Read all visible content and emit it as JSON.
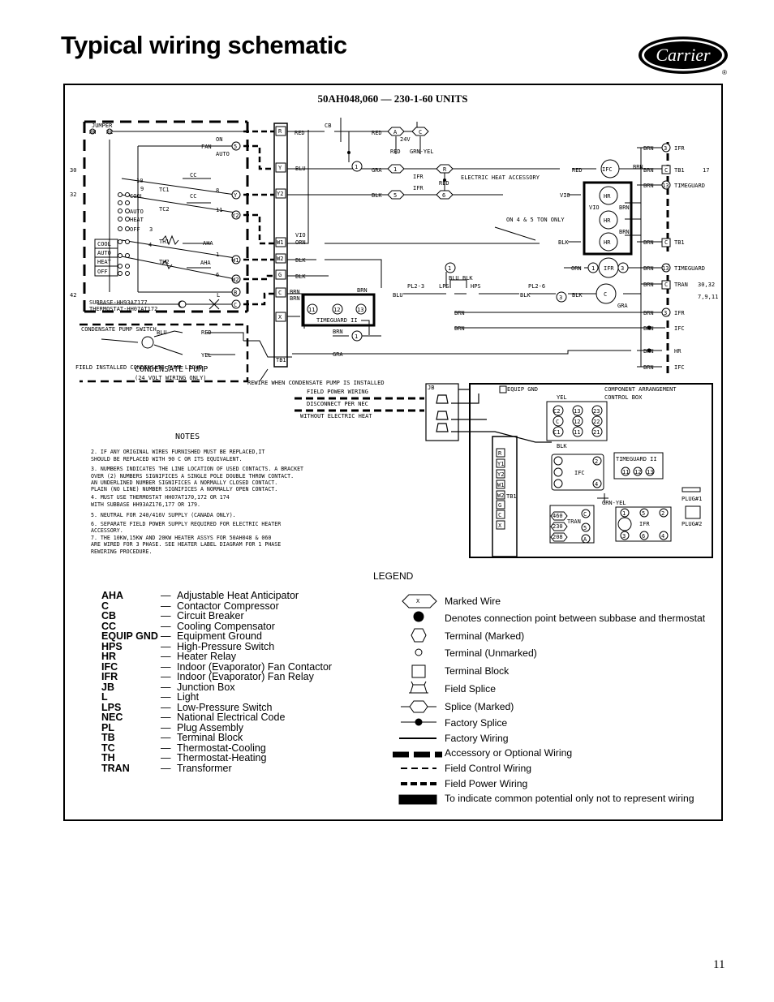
{
  "page": {
    "title": "Typical wiring schematic",
    "logo_text": "Carrier",
    "logo_mark": "®",
    "page_number": "11"
  },
  "schematic": {
    "heading": "50AH048,060 — 230-1-60 UNITS",
    "thermostat": {
      "jumper": "JUMPER",
      "rh": "RH",
      "rc": "RC",
      "fan": "FAN",
      "on": "ON",
      "auto": "AUTO",
      "cool": "COOL",
      "heat": "HEAT",
      "off": "OFF",
      "cool_box": "COOL",
      "auto_box": "AUTO",
      "heat_box": "HEAT",
      "off_box": "OFF",
      "tc1": "TC1",
      "tc2": "TC2",
      "th1": "TH1",
      "th2": "TH2",
      "cc": "CC",
      "aha": "AHA",
      "l": "L",
      "x": "X",
      "n10": "10",
      "n9": "9",
      "n8": "8",
      "n11": "11",
      "n3": "3",
      "n4": "4",
      "n1": "1",
      "n5": "5",
      "n6": "6",
      "term_g": "G",
      "term_y": "Y",
      "term_y2": "Y2",
      "term_w1": "W1",
      "term_w2": "W2",
      "term_b": "B",
      "term_c": "C",
      "line30": "30",
      "line32": "32",
      "line42": "42",
      "subbase": "SUBBASE-HH93AZ177",
      "thermostat_model": "THERMOSTAT-HH07AT172"
    },
    "tb_labels": [
      "R",
      "Y",
      "Y2",
      "W1",
      "W2",
      "G",
      "C",
      "X"
    ],
    "tb_name": "TB1",
    "wires": {
      "red": "RED",
      "blu": "BLU",
      "gra": "GRA",
      "blk": "BLK",
      "vio": "VIO",
      "orn": "ORN",
      "brn": "BRN",
      "yel": "YEL",
      "grn_yel": "GRN-YEL",
      "grn_yel2": "GRN-YEL"
    },
    "components": {
      "cb": "CB",
      "a": "A",
      "c": "C",
      "v24": "24V",
      "ifr": "IFR",
      "ifr2": "IFR",
      "electric_heat": "ELECTRIC HEAT ACCESSORY",
      "ifc": "IFC",
      "hr": "HR",
      "ton_note": "ON 4 & 5 TON ONLY",
      "timeguard": "TIMEGUARD II",
      "t11": "11",
      "t12": "12",
      "t13": "13",
      "pl23": "PL2-3",
      "pl26": "PL2-6",
      "lps": "LPS",
      "hps": "HPS",
      "comp_c": "C",
      "gra_lbl": "GRA"
    },
    "right_side": [
      {
        "wire": "BRN",
        "num": "3",
        "dest": "IFR"
      },
      {
        "wire": "BRN",
        "num": "C",
        "dest": "TB1",
        "line": "17"
      },
      {
        "wire": "BRN",
        "num": "13",
        "dest": "TIMEGUARD"
      },
      {
        "wire": "BRN",
        "num": "C",
        "dest": "TB1"
      },
      {
        "wire": "BRN",
        "num": "13",
        "dest": "TIMEGUARD"
      },
      {
        "wire": "BRN",
        "num": "C",
        "dest": "TRAN",
        "line": "30,32"
      },
      {
        "wire": "BRN",
        "num": "3",
        "dest": "IFR"
      },
      {
        "wire": "BRN",
        "num": "",
        "dest": "IFC"
      },
      {
        "wire": "BRN",
        "num": "",
        "dest": "HR"
      },
      {
        "wire": "BRN",
        "num": "",
        "dest": "IFC"
      }
    ],
    "line_refs": "7,9,11",
    "condensate": {
      "pump_switch": "CONDENSATE PUMP SWITCH",
      "field_light": "FIELD INSTALLED CONDENSATE PUMP LIGHT",
      "pump": "CONDENSATE PUMP",
      "volt": "(24 VOLT WIRING ONLY)",
      "rewire": "REWIRE WHEN CONDENSATE PUMP IS INSTALLED"
    },
    "field_power": {
      "l1": "FIELD POWER WIRING",
      "l2": "DISCONNECT PER NEC",
      "l3": "WITHOUT ELECTRIC HEAT",
      "jb": "JB"
    },
    "arrangement": {
      "title1": "COMPONENT ARRANGEMENT",
      "title2": "CONTROL BOX",
      "equip_gnd": "EQUIP GND",
      "yel": "YEL",
      "blk": "BLK",
      "c2": "C2",
      "c": "C",
      "c1": "C1",
      "n13": "13",
      "n12": "12",
      "n11": "11",
      "n23": "23",
      "n22": "22",
      "n21": "21",
      "tb_labels": [
        "R",
        "Y1",
        "Y2",
        "W1",
        "W2",
        "G",
        "C",
        "X"
      ],
      "tb1": "TB1",
      "ifc": "IFC",
      "ifc2": "2",
      "ifc4": "4",
      "timeguard": "TIMEGUARD II",
      "tg11": "11",
      "tg12": "12",
      "tg13": "13",
      "grn_yel": "GRN-YEL",
      "tran": "TRAN",
      "v460": "460",
      "v230": "230",
      "v208": "208",
      "tc": "C",
      "ta": "A",
      "t5": "5",
      "ifr": "IFR",
      "i1": "1",
      "i5": "5",
      "i2": "2",
      "i3": "3",
      "i6": "6",
      "i4": "4",
      "plug1": "PLUG#1",
      "plug2": "PLUG#2"
    },
    "notes_title": "NOTES",
    "notes": [
      "2. IF ANY ORIGINAL WIRES FURNISHED MUST BE REPLACED,IT",
      "   SHOULD BE REPLACED WITH 90 C OR ITS EQUIVALENT.",
      "3. NUMBERS INDICATES THE LINE LOCATION OF USED CONTACTS. A BRACKET",
      "   OVER (2) NUMBERS SIGNIFICES A SINGLE POLE DOUBLE THROW CONTACT.",
      "   AN UNDERLINED NUMBER SIGNIFICES A NORMALLY CLOSED CONTACT.",
      "   PLAIN (NO LINE) NUMBER SIGNIFICES A NORMALLY OPEN CONTACT.",
      "4. MUST USE THERMOSTAT HH07AT170,172 OR 174",
      "   WITH SUBBASE HH93AZ176,177 OR 179.",
      "5. NEUTRAL FOR 240/416V SUPPLY (CANADA ONLY).",
      "6. SEPARATE FIELD POWER SUPPLY REQUIRED FOR ELECTRIC HEATER",
      "   ACCESSORY.",
      "7. THE 10KW,15KW AND 20KW HEATER ASSYS FOR 50AH048 & 060",
      "   ARE WIRED FOR 3 PHASE. SEE HEATER LABEL DIAGRAM FOR 1 PHASE",
      "   REWIRING PROCEDURE."
    ]
  },
  "legend": {
    "title": "LEGEND",
    "abbreviations": [
      {
        "key": "AHA",
        "desc": "Adjustable Heat Anticipator"
      },
      {
        "key": "C",
        "desc": "Contactor Compressor"
      },
      {
        "key": "CB",
        "desc": "Circuit Breaker"
      },
      {
        "key": "CC",
        "desc": "Cooling Compensator"
      },
      {
        "key": "EQUIP GND",
        "desc": "Equipment Ground"
      },
      {
        "key": "HPS",
        "desc": "High-Pressure Switch"
      },
      {
        "key": "HR",
        "desc": "Heater Relay"
      },
      {
        "key": "IFC",
        "desc": "Indoor (Evaporator) Fan Contactor"
      },
      {
        "key": "IFR",
        "desc": "Indoor (Evaporator) Fan Relay"
      },
      {
        "key": "JB",
        "desc": "Junction Box"
      },
      {
        "key": "L",
        "desc": "Light"
      },
      {
        "key": "LPS",
        "desc": "Low-Pressure Switch"
      },
      {
        "key": "NEC",
        "desc": "National Electrical Code"
      },
      {
        "key": "PL",
        "desc": "Plug Assembly"
      },
      {
        "key": "TB",
        "desc": "Terminal Block"
      },
      {
        "key": "TC",
        "desc": "Thermostat-Cooling"
      },
      {
        "key": "TH",
        "desc": "Thermostat-Heating"
      },
      {
        "key": "TRAN",
        "desc": "Transformer"
      }
    ],
    "dash": "—",
    "symbols": [
      {
        "symbol": "marked-wire",
        "label": "Marked Wire",
        "glyph": "X"
      },
      {
        "symbol": "connection-dot",
        "label": "Denotes connection point between subbase and thermostat"
      },
      {
        "symbol": "terminal-marked",
        "label": "Terminal (Marked)"
      },
      {
        "symbol": "terminal-unmarked",
        "label": "Terminal (Unmarked)"
      },
      {
        "symbol": "terminal-block",
        "label": "Terminal Block"
      },
      {
        "symbol": "field-splice",
        "label": "Field Splice"
      },
      {
        "symbol": "splice-marked",
        "label": "Splice (Marked)"
      },
      {
        "symbol": "factory-splice",
        "label": "Factory Splice"
      },
      {
        "symbol": "factory-wiring",
        "label": "Factory Wiring"
      },
      {
        "symbol": "accessory-wiring",
        "label": "Accessory or Optional Wiring"
      },
      {
        "symbol": "field-control-wiring",
        "label": "Field Control Wiring"
      },
      {
        "symbol": "field-power-wiring",
        "label": "Field Power Wiring"
      },
      {
        "symbol": "common-potential",
        "label": "To indicate common potential only not to represent wiring"
      }
    ]
  }
}
